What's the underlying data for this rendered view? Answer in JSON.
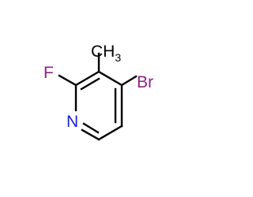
{
  "molecule": {
    "atoms": {
      "fluorine": {
        "symbol": "F",
        "color": "#8b1f8c"
      },
      "methyl": {
        "symbol": "CH",
        "subscript": "3",
        "color": "#000000"
      },
      "bromine": {
        "symbol": "Br",
        "color": "#8b1f8c"
      },
      "nitrogen": {
        "symbol": "N",
        "color": "#1d1de0"
      }
    },
    "bond_color": "#000000"
  }
}
